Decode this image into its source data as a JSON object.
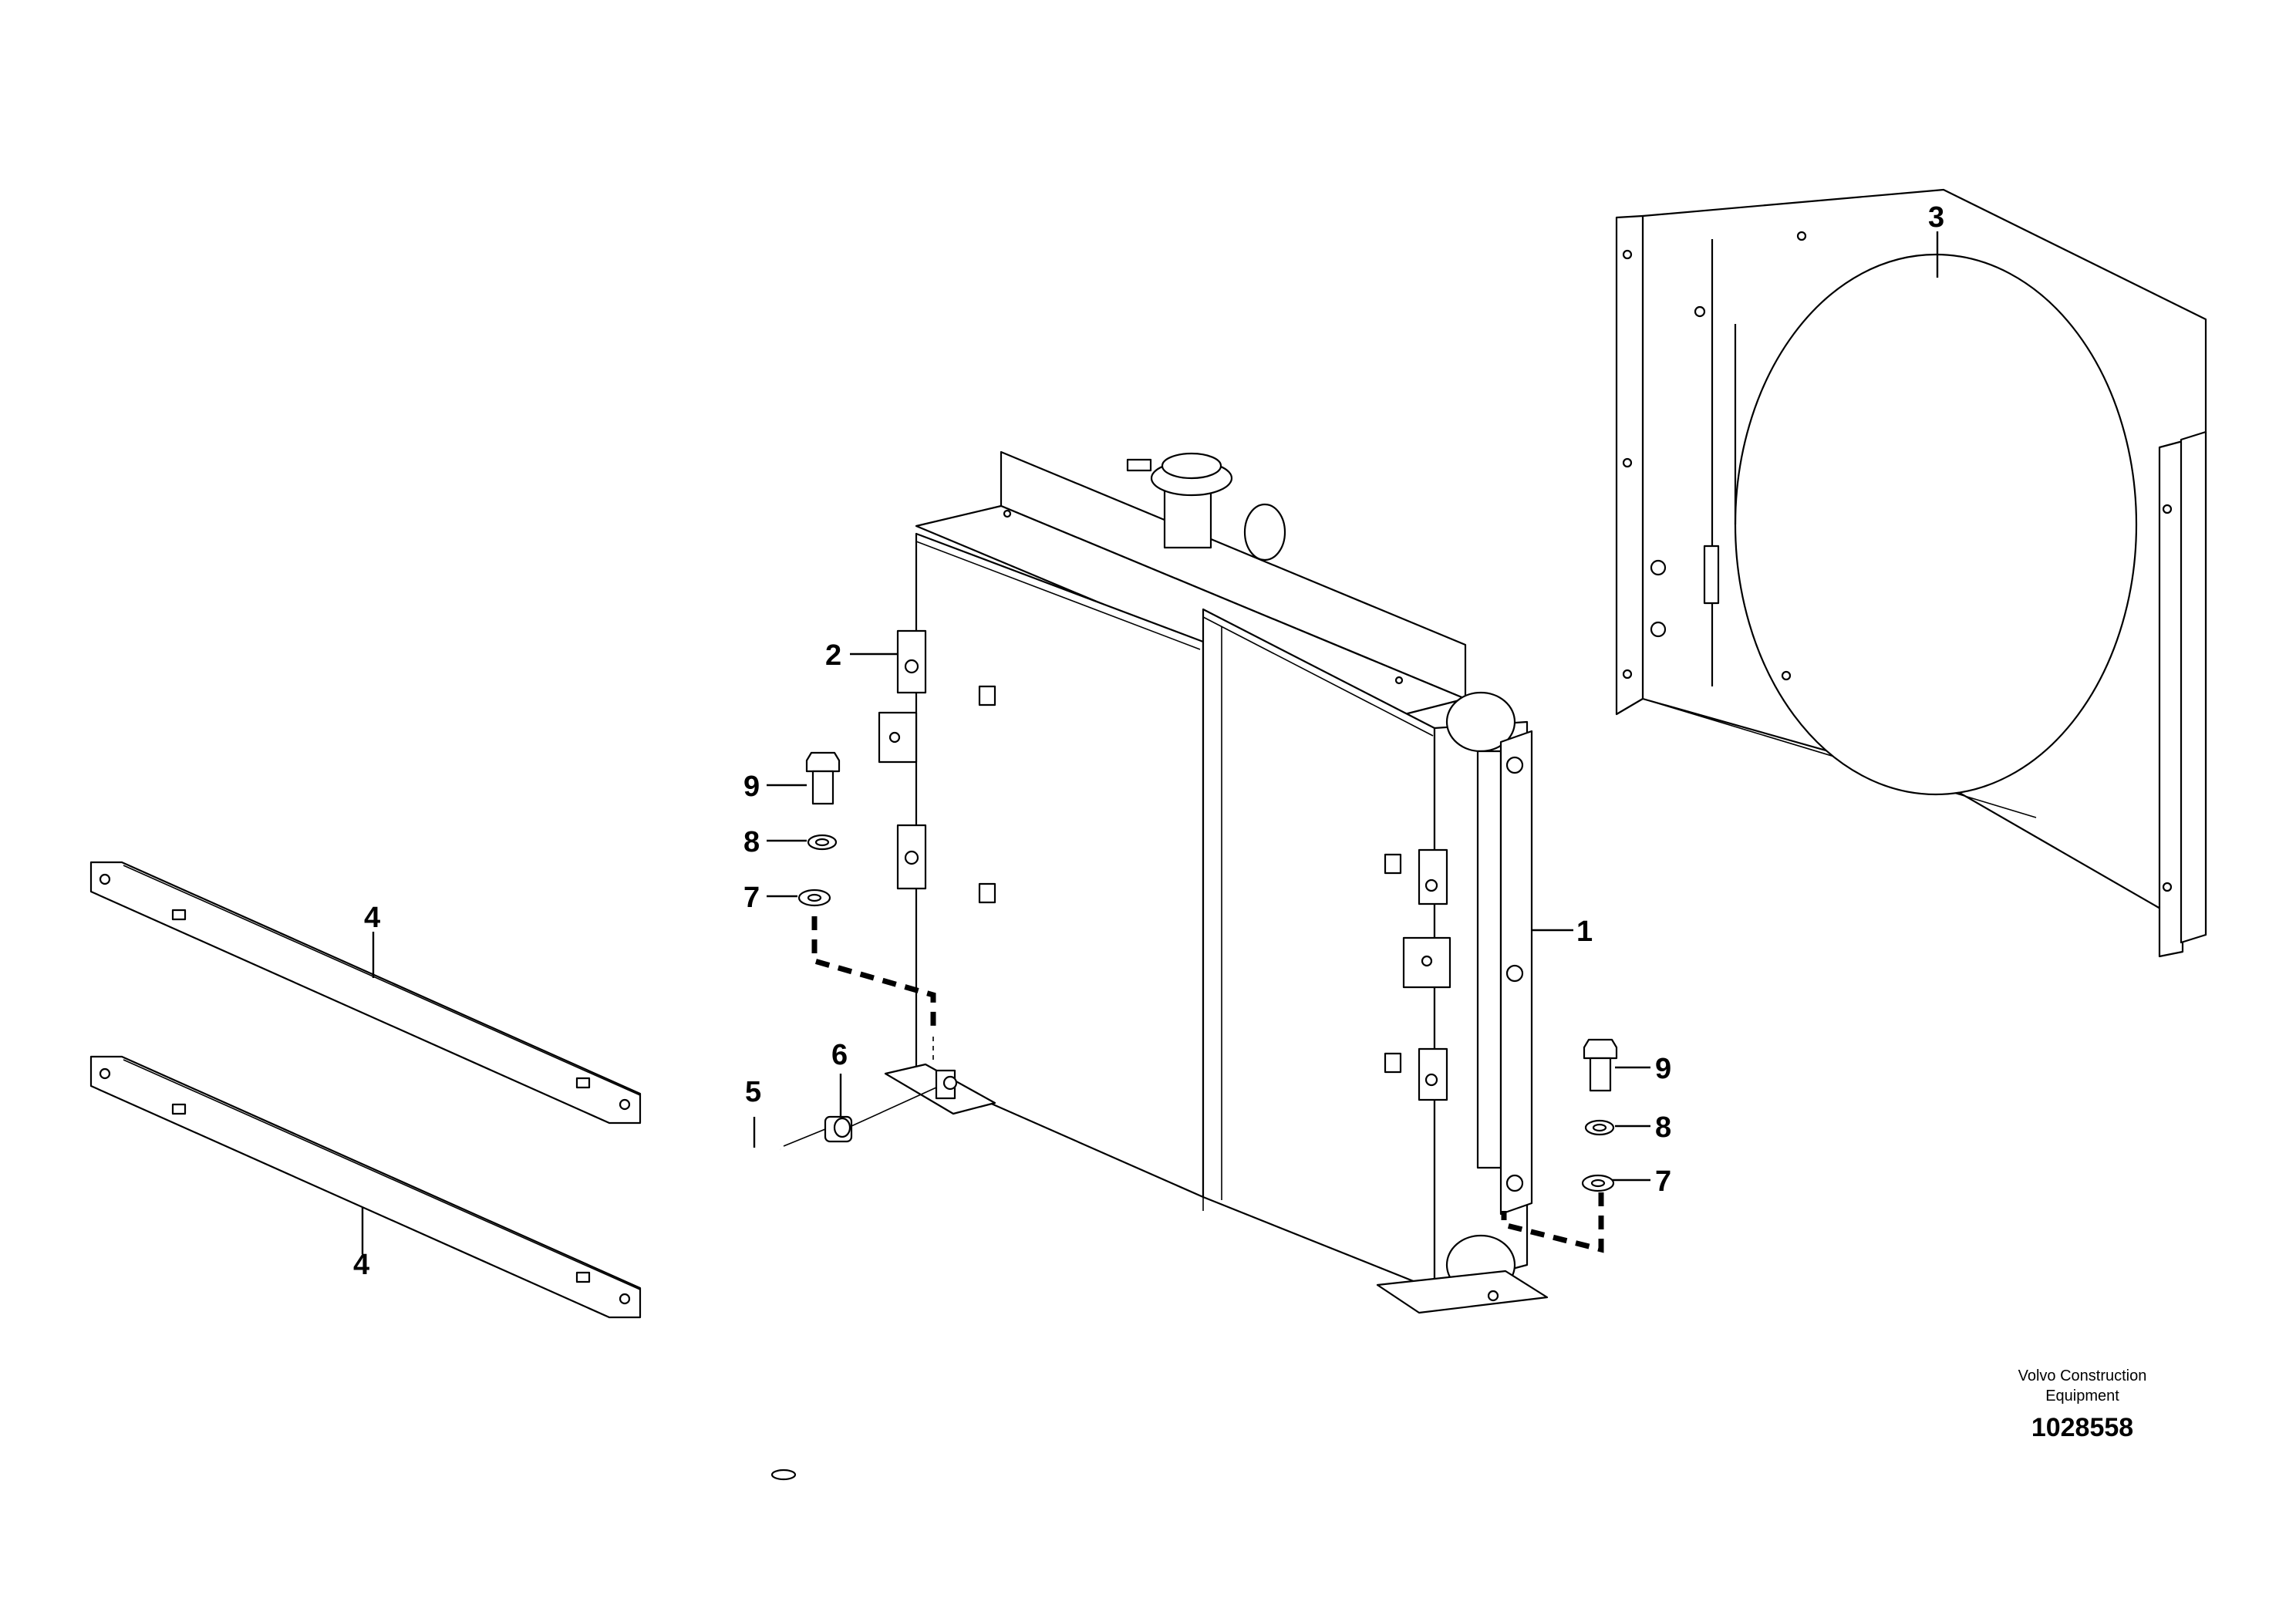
{
  "callouts": [
    {
      "id": "1",
      "label": "1"
    },
    {
      "id": "2",
      "label": "2"
    },
    {
      "id": "3",
      "label": "3"
    },
    {
      "id": "4a",
      "label": "4"
    },
    {
      "id": "4b",
      "label": "4"
    },
    {
      "id": "5",
      "label": "5"
    },
    {
      "id": "6",
      "label": "6"
    },
    {
      "id": "7a",
      "label": "7"
    },
    {
      "id": "7b",
      "label": "7"
    },
    {
      "id": "8a",
      "label": "8"
    },
    {
      "id": "8b",
      "label": "8"
    },
    {
      "id": "9a",
      "label": "9"
    },
    {
      "id": "9b",
      "label": "9"
    }
  ],
  "footer": {
    "brand_line1": "Volvo Construction",
    "brand_line2": "Equipment",
    "document_number": "1028558"
  }
}
